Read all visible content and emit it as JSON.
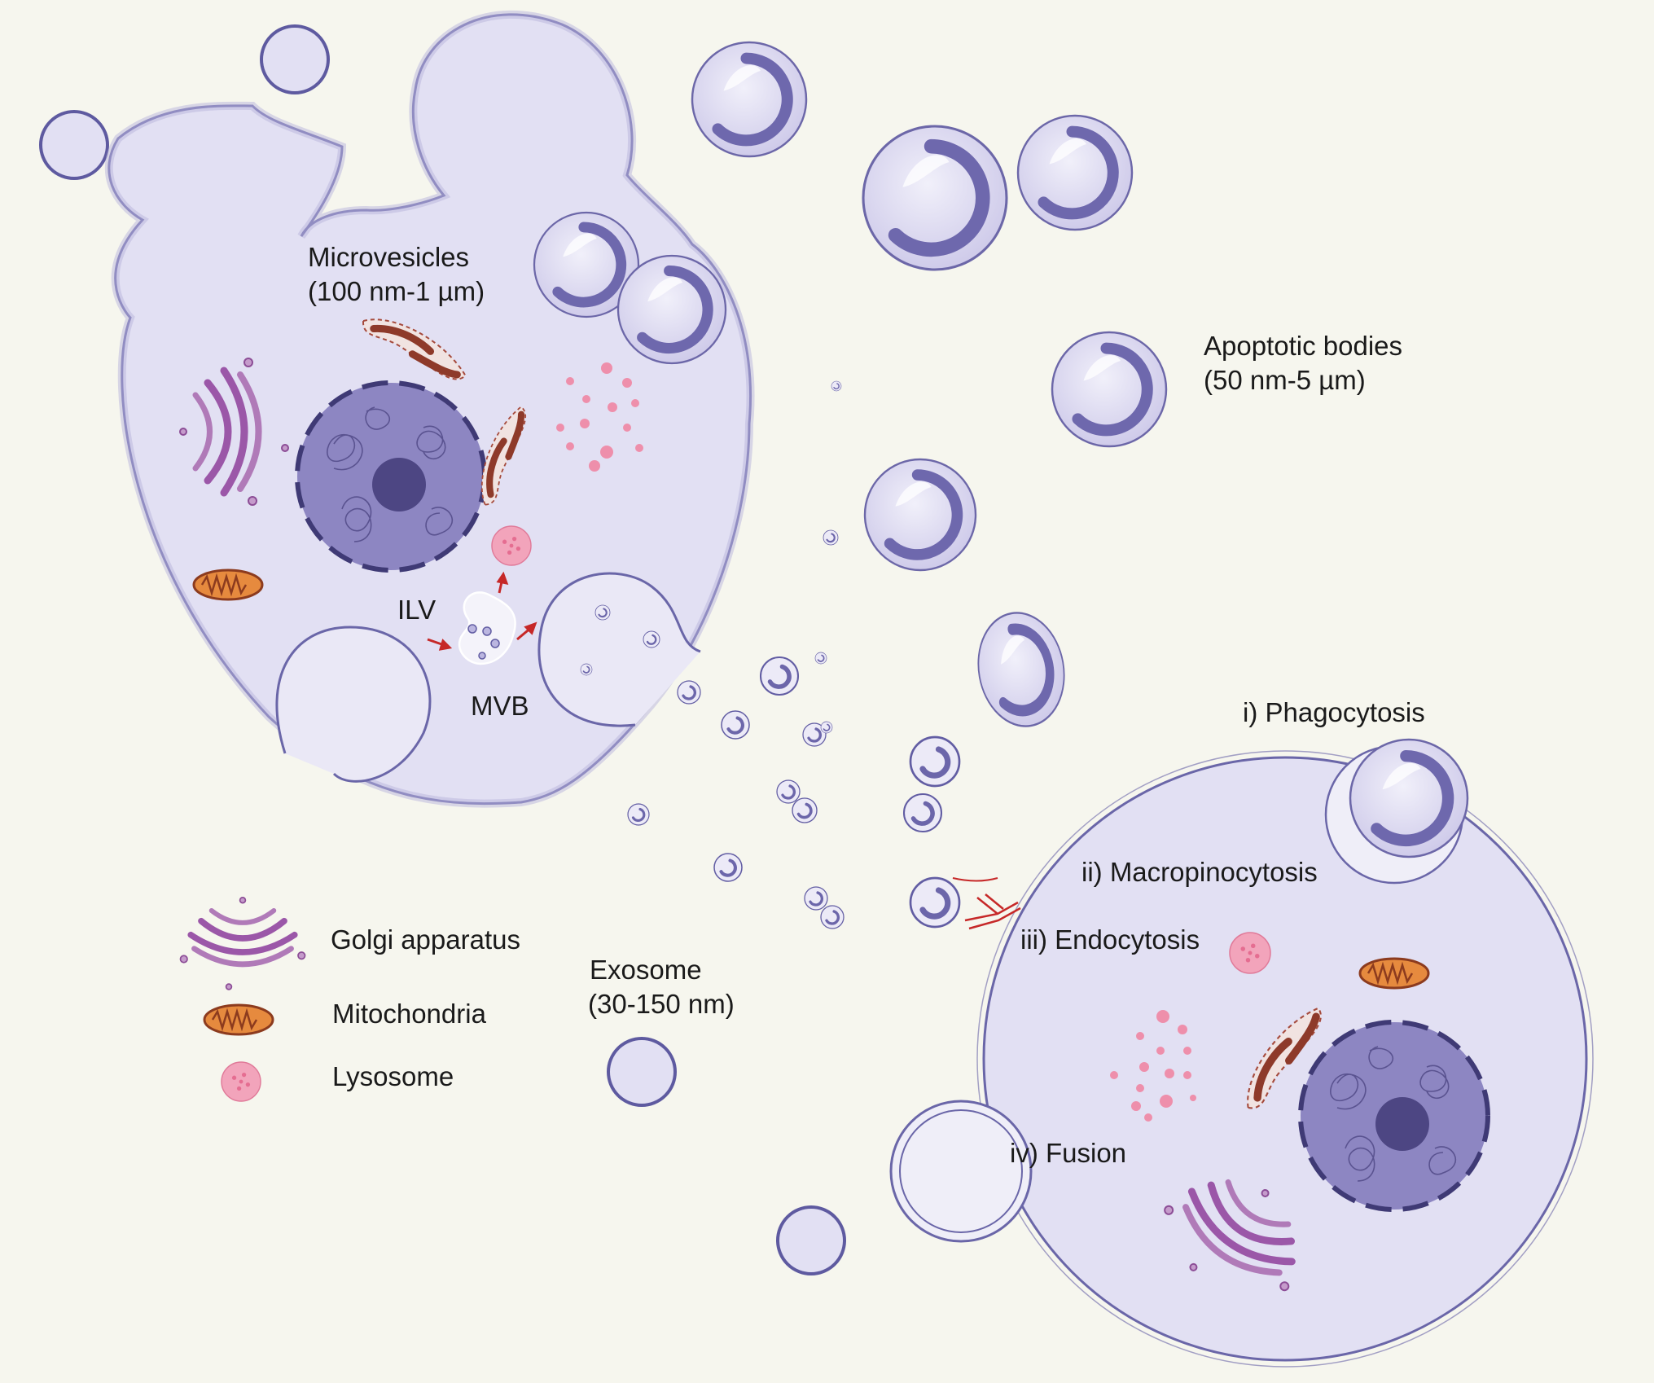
{
  "labels": {
    "microvesicles": "Microvesicles",
    "microvesicles_size": "(100 nm-1 µm)",
    "ilv": "ILV",
    "mvb": "MVB",
    "apoptotic_bodies": "Apoptotic bodies",
    "apoptotic_bodies_size": "(50 nm-5 µm)",
    "exosome": "Exosome",
    "exosome_size": "(30-150 nm)",
    "phagocytosis": "i) Phagocytosis",
    "macropinocytosis": "ii) Macropinocytosis",
    "endocytosis": "iii) Endocytosis",
    "fusion": "iv) Fusion"
  },
  "legend": [
    {
      "label": "Golgi apparatus",
      "icon": "golgi-icon"
    },
    {
      "label": "Mitochondria",
      "icon": "mitochondria-icon"
    },
    {
      "label": "Lysosome",
      "icon": "lysosome-icon"
    }
  ],
  "colors": {
    "background": "#f6f6ee",
    "cell_fill": "#e2e0f3",
    "membrane": "#5e5aa0",
    "nucleus": "#8d86c2",
    "nucleolus": "#4d4683",
    "golgi": "#9b57a8",
    "mitochondria": "#d86a2c",
    "er": "#8e3a2a",
    "lysosome": "#ee9bb3",
    "arrow": "#c62828"
  }
}
